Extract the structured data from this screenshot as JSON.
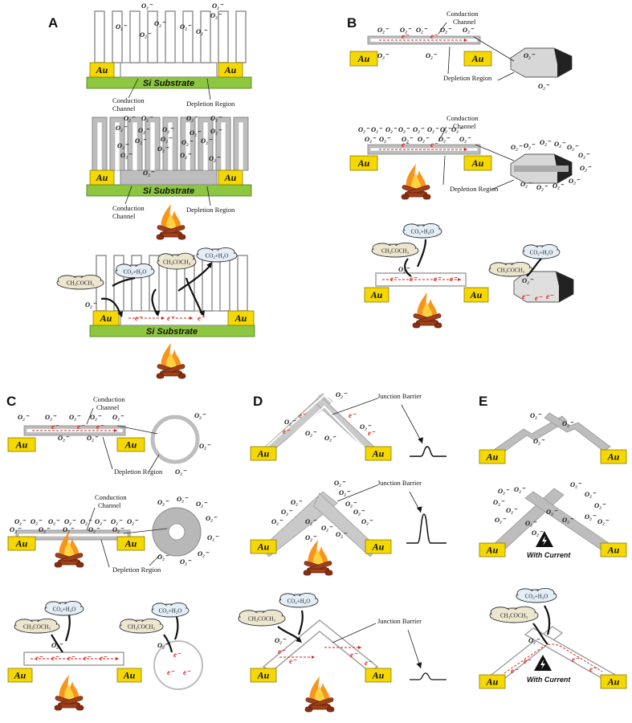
{
  "panels": {
    "a": "A",
    "b": "B",
    "c": "C",
    "d": "D",
    "e": "E"
  },
  "texts": {
    "au": "Au",
    "si_substrate": "Si Substrate",
    "conduction_channel": "Conduction Channel",
    "conduction": "Conduction",
    "channel": "Channel",
    "depletion_region": "Depletion Region",
    "junction_barrier": "Junction Barrier",
    "with_current": "With Current",
    "o2": "O₂⁻",
    "o2_bare": "O₂",
    "electron": "e⁻",
    "acetone": "CH₃COCH₃",
    "products": "CO₂+H₂O"
  },
  "colors": {
    "gold": "#f5d800",
    "substrate": "#8dc63f",
    "wire_grey": "#bdbdbd",
    "electron_red": "#d21f1f",
    "cloud_fill_blue": "#e3eef7",
    "cloud_fill_beige": "#ede6cf"
  }
}
